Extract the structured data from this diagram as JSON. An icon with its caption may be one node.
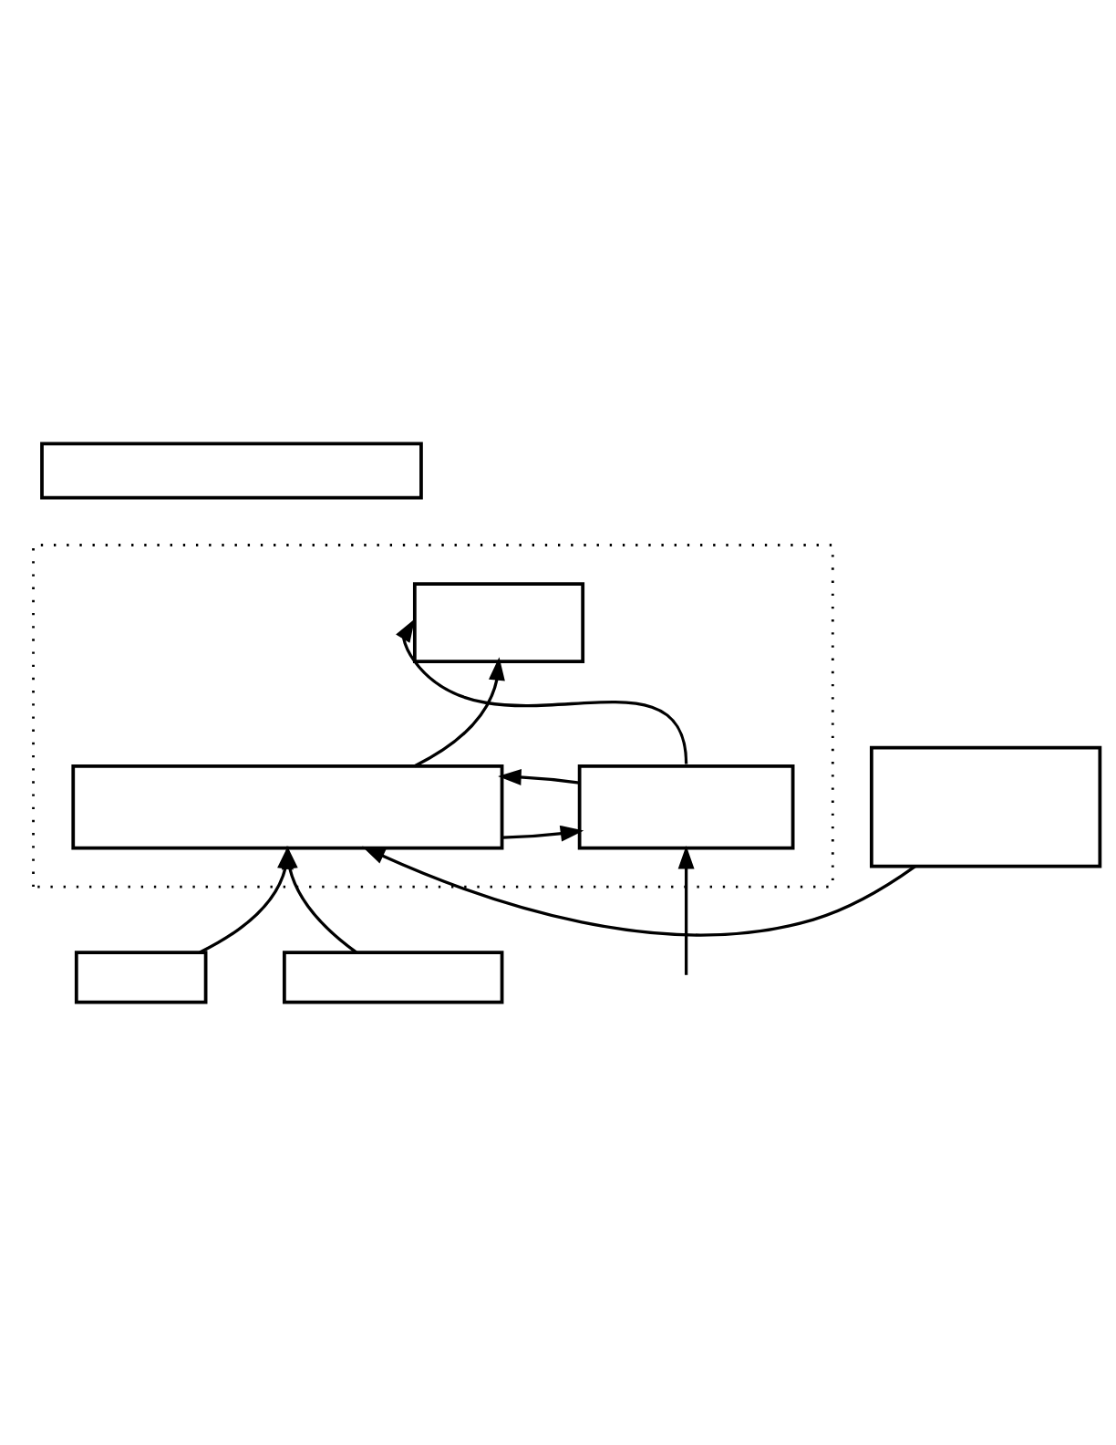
{
  "diagram": {
    "nodes": [
      {
        "text": [],
        "shape": "box"
      },
      {
        "text": [],
        "shape": "box"
      },
      {
        "text": [],
        "shape": "box",
        "in": 1
      },
      {
        "text": [],
        "shape": "box",
        "in": 1
      },
      {
        "text": [],
        "shape": "box",
        "in": 1
      },
      {
        "text": [],
        "shape": "box"
      },
      {
        "text": [],
        "shape": "box"
      },
      {
        "text": [],
        "shape": "box"
      }
    ],
    "edges": [
      {
        "from": 4,
        "to": 2,
        "arrow": "to"
      },
      {
        "from": 3,
        "to": 2,
        "arrow": "to"
      },
      {
        "from": 3,
        "to": 4,
        "arrow": "to"
      },
      {
        "from": 4,
        "to": 3,
        "arrow": "to"
      },
      {
        "from": null,
        "to": 3,
        "arrow": "to"
      },
      {
        "from": 5,
        "to": 4,
        "arrow": "to"
      },
      {
        "from": 6,
        "to": 4,
        "arrow": "to"
      },
      {
        "from": 7,
        "to": 4,
        "arrow": "to"
      }
    ]
  }
}
